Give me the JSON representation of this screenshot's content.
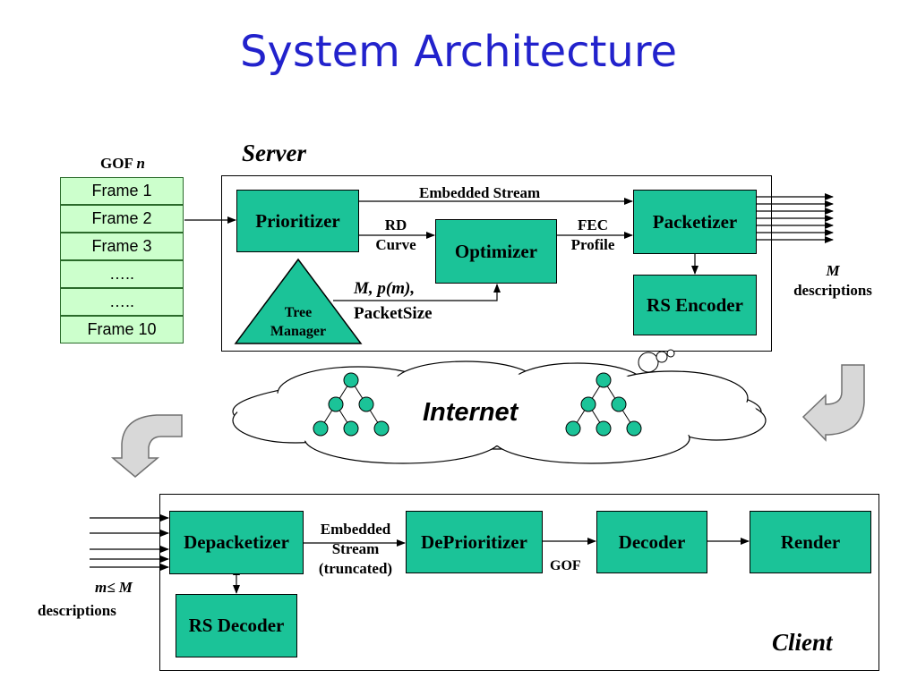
{
  "title": "System Architecture",
  "gof": {
    "label": "GOF",
    "var": "n",
    "frames": [
      "Frame 1",
      "Frame 2",
      "Frame 3",
      "…..",
      "…..",
      "Frame 10"
    ]
  },
  "server": {
    "label": "Server",
    "prioritizer": "Prioritizer",
    "optimizer": "Optimizer",
    "packetizer": "Packetizer",
    "rs_encoder": "RS Encoder",
    "tree_manager": [
      "Tree",
      "Manager"
    ],
    "embedded_stream": "Embedded Stream",
    "rd_curve": [
      "RD",
      "Curve"
    ],
    "fec_profile": [
      "FEC",
      "Profile"
    ],
    "m_pm": "M, p(m),",
    "packet_size": "PacketSize",
    "m_descriptions": [
      "M",
      "descriptions"
    ]
  },
  "internet": "Internet",
  "client": {
    "label": "Client",
    "depacketizer": "Depacketizer",
    "deprioritizer": "DePrioritizer",
    "decoder": "Decoder",
    "render": "Render",
    "rs_decoder": "RS Decoder",
    "embedded_stream_truncated": [
      "Embedded",
      "Stream",
      "(truncated)"
    ],
    "gof": "GOF",
    "m_le_m": "m≤ M",
    "descriptions": "descriptions"
  },
  "colors": {
    "box": "#1bc398",
    "frame": "#ccffcc",
    "title": "#2222cc"
  }
}
